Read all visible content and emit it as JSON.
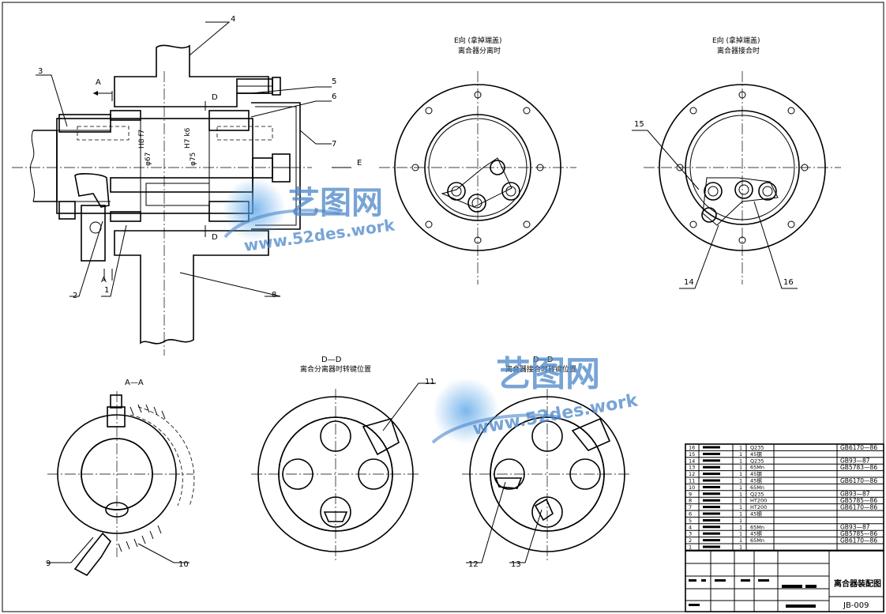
{
  "views": {
    "e_sep_title": "E向 (拿掉端盖)",
    "e_sep_sub": "离合器分离时",
    "e_eng_title": "E向 (拿掉端盖)",
    "e_eng_sub": "离合器接合时",
    "aa_title": "A—A",
    "dd_sep_title": "D—D",
    "dd_sep_sub": "离合分离器时转键位置",
    "dd_eng_title": "D—D",
    "dd_eng_sub": "离合器接合时转键位置"
  },
  "section_marks": {
    "a_top": "A",
    "a_bottom": "A",
    "d_top": "D",
    "d_bottom": "D",
    "e_arrow": "E"
  },
  "dimensions": {
    "d67": "φ67",
    "d67_fit": "H8 f7",
    "d75": "φ75",
    "d75_fit": "H7 k6"
  },
  "part_labels": [
    "1",
    "2",
    "3",
    "4",
    "5",
    "6",
    "7",
    "8",
    "9",
    "10",
    "11",
    "12",
    "13",
    "14",
    "15",
    "16"
  ],
  "bom": [
    {
      "no": "16",
      "name": "",
      "qty": "1",
      "mat": "Q235",
      "std": "GB6170—86"
    },
    {
      "no": "15",
      "name": "",
      "qty": "1",
      "mat": "45钢",
      "std": ""
    },
    {
      "no": "14",
      "name": "",
      "qty": "1",
      "mat": "Q235",
      "std": "GB93—87"
    },
    {
      "no": "13",
      "name": "",
      "qty": "1",
      "mat": "65Mn",
      "std": "GB5783—86"
    },
    {
      "no": "12",
      "name": "",
      "qty": "1",
      "mat": "45钢",
      "std": ""
    },
    {
      "no": "11",
      "name": "",
      "qty": "1",
      "mat": "45钢",
      "std": "GB6170—86"
    },
    {
      "no": "10",
      "name": "",
      "qty": "1",
      "mat": "65Mn",
      "std": ""
    },
    {
      "no": "9",
      "name": "",
      "qty": "1",
      "mat": "Q235",
      "std": "GB93—87"
    },
    {
      "no": "8",
      "name": "",
      "qty": "1",
      "mat": "HT200",
      "std": "GB5785—86"
    },
    {
      "no": "7",
      "name": "",
      "qty": "1",
      "mat": "HT200",
      "std": "GB6170—86"
    },
    {
      "no": "6",
      "name": "",
      "qty": "1",
      "mat": "45钢",
      "std": ""
    },
    {
      "no": "5",
      "name": "",
      "qty": "1",
      "mat": "",
      "std": ""
    },
    {
      "no": "4",
      "name": "",
      "qty": "1",
      "mat": "65Mn",
      "std": "GB93—87"
    },
    {
      "no": "3",
      "name": "",
      "qty": "1",
      "mat": "45钢",
      "std": "GB5785—86"
    },
    {
      "no": "2",
      "name": "",
      "qty": "1",
      "mat": "65Mn",
      "std": "GB6170—86"
    },
    {
      "no": "1",
      "name": "",
      "qty": "1",
      "mat": "",
      "std": ""
    }
  ],
  "title_block": {
    "drawing_title": "离合器装配图",
    "drawing_no": "JB-009"
  },
  "watermark": {
    "brand": "艺图网",
    "url": "www.52des.work"
  }
}
